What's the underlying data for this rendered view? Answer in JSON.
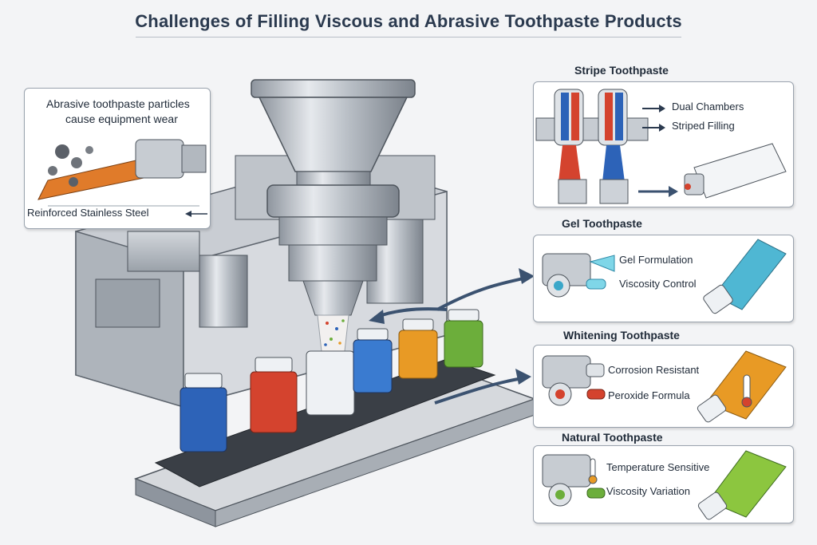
{
  "title": "Challenges of Filling Viscous and Abrasive Toothpaste Products",
  "callout": {
    "text_line1": "Abrasive toothpaste particles",
    "text_line2": "cause equipment wear",
    "material": "Reinforced Stainless Steel"
  },
  "panels": {
    "stripe": {
      "title": "Stripe Toothpaste",
      "label1": "Dual Chambers",
      "label2": "Striped Filling"
    },
    "gel": {
      "title": "Gel Toothpaste",
      "label1": "Gel Formulation",
      "label2": "Viscosity Control"
    },
    "whitening": {
      "title": "Whitening Toothpaste",
      "label1": "Corrosion Resistant",
      "label2": "Peroxide Formula"
    },
    "natural": {
      "title": "Natural Toothpaste",
      "label1": "Temperature Sensitive",
      "label2": "Viscosity Variation"
    }
  },
  "colors": {
    "blue": "#2d63b8",
    "red": "#d4432e",
    "white": "#eef1f4",
    "orange": "#e89a25",
    "green": "#6cae3b",
    "arrow": "#3b5270"
  }
}
